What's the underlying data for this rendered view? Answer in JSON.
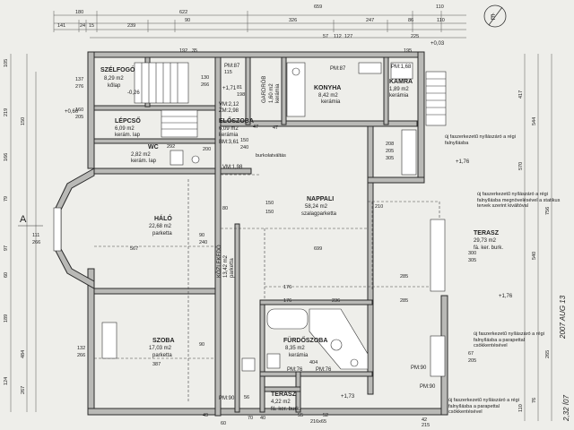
{
  "rooms": [
    {
      "id": "szelfogo",
      "name": "SZÉLFOGÓ",
      "area": "8,29 m2",
      "floor": "kőlap"
    },
    {
      "id": "lepcso",
      "name": "LÉPCSŐ",
      "area": "6,09 m2",
      "floor": "kerám. lap"
    },
    {
      "id": "wc",
      "name": "WC",
      "area": "2,82 m2",
      "floor": "kerám. lap"
    },
    {
      "id": "eloszoba",
      "name": "ELŐSZOBA",
      "area": "6,09 m2",
      "floor": "kerámia"
    },
    {
      "id": "gardrob",
      "name": "GARDRÓB",
      "area": "1,60 m2",
      "floor": "kerámia"
    },
    {
      "id": "konyha",
      "name": "KONYHA",
      "area": "8,42 m2",
      "floor": "kerámia"
    },
    {
      "id": "kamra",
      "name": "KAMRA",
      "area": "1,89 m2",
      "floor": "kerámia"
    },
    {
      "id": "nappali",
      "name": "NAPPALI",
      "area": "58,24 m2",
      "floor": "szalagparketta"
    },
    {
      "id": "halo",
      "name": "HÁLÓ",
      "area": "22,68 m2",
      "floor": "parketta"
    },
    {
      "id": "kozlekedo",
      "name": "KÖZLEKEDŐ",
      "area": "13,42 m2",
      "floor": "parketta"
    },
    {
      "id": "terasz1",
      "name": "TERASZ",
      "area": "29,73 m2",
      "floor": "fá. ker. burk."
    },
    {
      "id": "szoba",
      "name": "SZOBA",
      "area": "17,03 m2",
      "floor": "parketta"
    },
    {
      "id": "furdoszoba",
      "name": "FÜRDŐSZOBA",
      "area": "8,35 m2",
      "floor": "kerámia"
    },
    {
      "id": "terasz2",
      "name": "TERASZ",
      "area": "4,22 m2",
      "floor": "fá. ker. burk."
    }
  ],
  "levels": [
    "VM:2,12",
    "ZM:2,98",
    "BM:3,61",
    "VM:1,98",
    "PM:87",
    "PM:87",
    "PM:1,68",
    "PM:76",
    "PM:76",
    "PM:90",
    "PM:90",
    "PM:90"
  ],
  "heights": [
    "+0,03",
    "-0,26",
    "+1,71",
    "+1,76",
    "+1,76",
    "+1,73",
    "+0,60"
  ],
  "top_dims": {
    "row1": [
      "180",
      "622",
      "659",
      "110"
    ],
    "row2": [
      "141",
      "24",
      "15",
      "239",
      "90",
      "326",
      "247",
      "86",
      "110"
    ]
  },
  "left_dims": [
    "105",
    "219",
    "166",
    "79",
    "97",
    "60",
    "189",
    "150",
    "484",
    "267",
    "124"
  ],
  "right_dims": [
    "417",
    "544",
    "570",
    "756",
    "540",
    "265",
    "76",
    "110"
  ],
  "wall_dims": [
    "137",
    "276",
    "160",
    "205",
    "111",
    "266",
    "132",
    "266",
    "150",
    "240",
    "90",
    "240",
    "200",
    "205",
    "305",
    "300",
    "305",
    "567",
    "699",
    "176",
    "236",
    "285",
    "387",
    "404",
    "176",
    "285",
    "130",
    "266",
    "198",
    "115",
    "81",
    "292",
    "150",
    "47",
    "49",
    "80",
    "70",
    "40",
    "150",
    "56",
    "90",
    "42",
    "67",
    "205",
    "215",
    "210",
    "208",
    "60",
    "52",
    "35",
    "47",
    "55",
    "195",
    "192",
    "112",
    "127",
    "57",
    "216x65",
    "225"
  ],
  "notes": [
    "burkolatváltás",
    "új faszerkezetű nyílászáró a régi falnyílásba",
    "új faszerkezetű nyílászáró a régi falnyílásba megnövelésével a statikus tervek szerint kiváltóval",
    "új faszerkezetű nyílászáró a régi falnyílásba a parapettal csökkentésével",
    "új faszerkezetű nyílászáró a régi falnyílásba a parapettal csökkentésével"
  ],
  "stamp": "2007 AUG 13",
  "section_mark": "A",
  "handwritten": "2,32 Í07"
}
